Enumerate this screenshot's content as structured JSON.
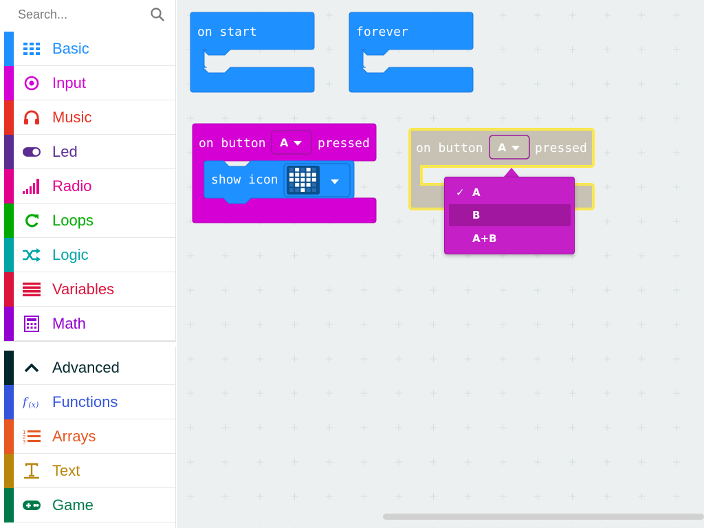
{
  "search": {
    "placeholder": "Search..."
  },
  "toolbox": {
    "categories": [
      {
        "label": "Basic",
        "color": "#1e90ff",
        "icon": "grid-icon"
      },
      {
        "label": "Input",
        "color": "#d400d4",
        "icon": "target-icon"
      },
      {
        "label": "Music",
        "color": "#e63022",
        "icon": "headphones-icon"
      },
      {
        "label": "Led",
        "color": "#5c2d91",
        "icon": "toggle-icon"
      },
      {
        "label": "Radio",
        "color": "#e3008c",
        "icon": "signal-bars-icon"
      },
      {
        "label": "Loops",
        "color": "#00aa00",
        "icon": "refresh-icon"
      },
      {
        "label": "Logic",
        "color": "#00a4a6",
        "icon": "shuffle-icon"
      },
      {
        "label": "Variables",
        "color": "#dc143c",
        "icon": "lines-icon"
      },
      {
        "label": "Math",
        "color": "#9400d3",
        "icon": "calculator-icon"
      }
    ],
    "advanced_categories": [
      {
        "label": "Advanced",
        "color": "#00272b",
        "icon": "chevron-up-icon"
      },
      {
        "label": "Functions",
        "color": "#3455db",
        "icon": "function-icon"
      },
      {
        "label": "Arrays",
        "color": "#e65722",
        "icon": "numbered-list-icon"
      },
      {
        "label": "Text",
        "color": "#b8860b",
        "icon": "text-icon"
      },
      {
        "label": "Game",
        "color": "#007a4b",
        "icon": "gamepad-icon"
      }
    ]
  },
  "workspace": {
    "on_start": {
      "label": "on start",
      "color": "#1e90ff"
    },
    "forever": {
      "label": "forever",
      "color": "#1e90ff"
    },
    "button_block": {
      "prefix": "on button",
      "value": "A",
      "suffix": "pressed",
      "color": "#d400d4",
      "inner": {
        "label": "show icon",
        "color": "#1e90ff"
      }
    },
    "button_block_selected": {
      "prefix": "on button",
      "value": "A",
      "suffix": "pressed",
      "outline_color": "#ffeb3b"
    }
  },
  "dropdown": {
    "items": [
      {
        "label": "A",
        "checked": true
      },
      {
        "label": "B",
        "checked": false,
        "highlighted": true
      },
      {
        "label": "A+B",
        "checked": false
      }
    ],
    "check_glyph": "✓"
  }
}
